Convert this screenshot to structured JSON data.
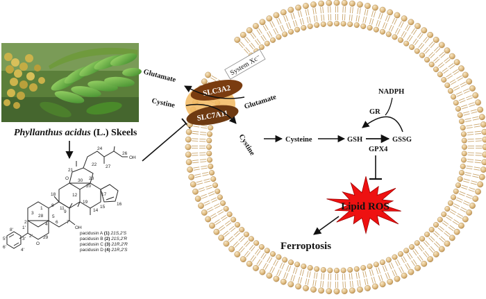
{
  "plant": {
    "name_italic": "Phyllanthus acidus",
    "name_rest": " (L.) Skeels"
  },
  "transporter": {
    "label": "System Xc⁻",
    "slc3a2": "SLC3A2",
    "slc7a11": "SLC7A11"
  },
  "metabolites": {
    "glutamate_out": "Glutamate",
    "cystine_out": "Cystine",
    "glutamate_in": "Glutamate",
    "cystine_in": "Cystine",
    "cysteine": "Cysteine",
    "gsh": "GSH",
    "gssg": "GSSG",
    "gpx4": "GPX4",
    "gr": "GR",
    "nadph": "NADPH"
  },
  "lipid_ros": "Lipid ROS",
  "ferroptosis": "Ferroptosis",
  "compounds": [
    {
      "name": "pacidusin A",
      "num": "(1)",
      "config": "21S,2'S"
    },
    {
      "name": "pacidusin B",
      "num": "(2)",
      "config": "21S,2'R"
    },
    {
      "name": "pacidusin C",
      "num": "(3)",
      "config": "21R,2'R"
    },
    {
      "name": "pacidusin D",
      "num": "(4)",
      "config": "21R,2'S"
    }
  ],
  "structure_labels": [
    "26",
    "24",
    "OH",
    "27",
    "22",
    "21",
    "O",
    "30",
    "23",
    "20",
    "18",
    "12",
    "19",
    "17",
    "16",
    "1",
    "11",
    "9",
    "14",
    "15",
    "28",
    "3",
    "5",
    "6",
    "7",
    "OH",
    "2",
    "8",
    "4",
    "29",
    "O",
    "2'",
    "1'",
    "8'",
    "3'",
    "4'",
    "6'",
    "5'"
  ],
  "colors": {
    "lipid_head": "#e3c48e",
    "lipid_tail": "#c9a46a",
    "slc3a2": "#7a3c10",
    "slc7a11": "#6e3a12",
    "channel": "#f2b860",
    "ros_fill": "#ee1111",
    "inhibit": "#222222"
  }
}
